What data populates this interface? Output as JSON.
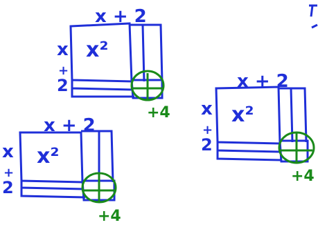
{
  "colors": {
    "ink_blue": "#1f2fd8",
    "ink_green": "#1a8a1a",
    "background": "#ffffff"
  },
  "diagrams": [
    {
      "top_label": "x + 2",
      "side_top_label": "x",
      "side_bottom_label_plus": "+",
      "side_bottom_label_num": "2",
      "square_label": "x²",
      "corner_label": "+4"
    },
    {
      "top_label": "x + 2",
      "side_top_label": "x",
      "side_bottom_label_plus": "+",
      "side_bottom_label_num": "2",
      "square_label": "x²",
      "corner_label": "+4"
    },
    {
      "top_label": "x + 2",
      "side_top_label": "x",
      "side_bottom_label_plus": "+",
      "side_bottom_label_num": "2",
      "square_label": "x²",
      "corner_label": "+4"
    }
  ]
}
